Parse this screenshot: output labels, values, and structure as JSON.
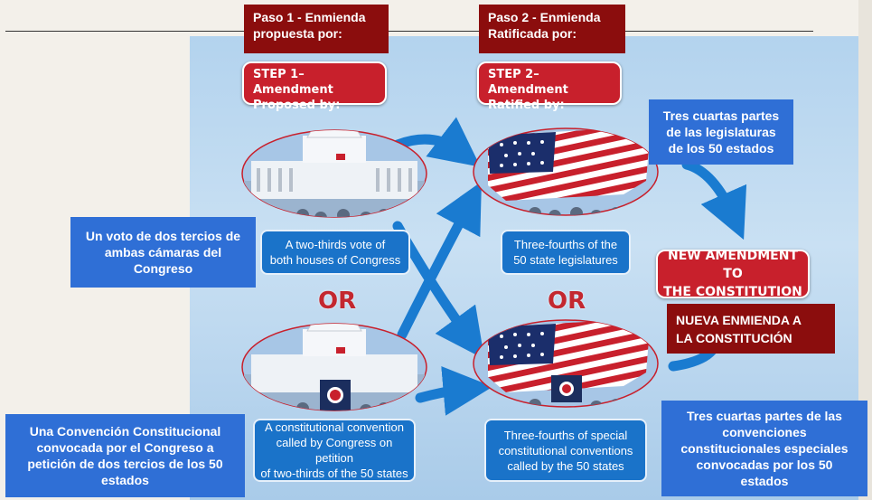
{
  "spanish": {
    "step1_header": "Paso 1 - Enmienda\npropuesta por:",
    "step2_header": "Paso 2 - Enmienda\nRatificada por:",
    "congress_vote": "Un voto de dos tercios de\nambas cámaras del\nCongreso",
    "convention": "Una Convención Constitucional\nconvocada por el Congreso a\npetición de dos tercios de los 50\nestados",
    "legislatures": "Tres cuartas partes\nde las legislaturas\nde los 50 estados",
    "special_conventions": "Tres cuartas partes de las\nconvenciones\nconstitucionales especiales\nconvocadas por los 50\nestados",
    "new_amendment": "NUEVA ENMIENDA A\nLA CONSTITUCIÓN"
  },
  "english": {
    "step1_pill": "STEP 1– Amendment\nProposed by:",
    "step2_pill": "STEP 2– Amendment\nRatified by:",
    "cap_congress": "A two-thirds vote of\nboth houses of Congress",
    "cap_convention": "A constitutional convention\ncalled by Congress on petition\nof two-thirds of the 50 states",
    "cap_legislatures": "Three-fourths of the\n50 state legislatures",
    "cap_special": "Three-fourths of special\nconstitutional conventions\ncalled by the 50 states",
    "or_left": "OR",
    "or_right": "OR",
    "new_amendment": "NEW AMENDMENT TO\nTHE CONSTITUTION"
  },
  "colors": {
    "dark_red": "#8b0d0d",
    "pill_red": "#c8202c",
    "spanish_blue": "#2f6fd6",
    "caption_blue": "#1a73c9",
    "arrow_blue": "#1a7bd0",
    "panel_blue": "#b3d3ee"
  },
  "icons": {
    "capitol": "capitol-dome-icon",
    "flag": "us-flag-map-icon",
    "arrow": "flow-arrow-icon"
  }
}
